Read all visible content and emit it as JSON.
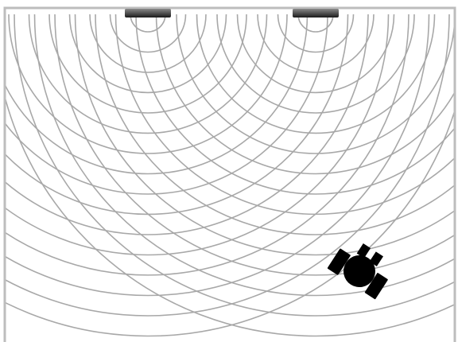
{
  "diagram": {
    "kind": "two-source interference",
    "sources": [
      {
        "name": "source-left"
      },
      {
        "name": "source-right"
      }
    ],
    "wavefronts_per_source": 16,
    "colors": {
      "background": "#ffffff",
      "wall": "#bdbdbd",
      "wavefront": "#a8a8a8",
      "source_light": "#8a8a8a",
      "source_dark": "#1a1a1a",
      "observer": "#000000"
    }
  }
}
